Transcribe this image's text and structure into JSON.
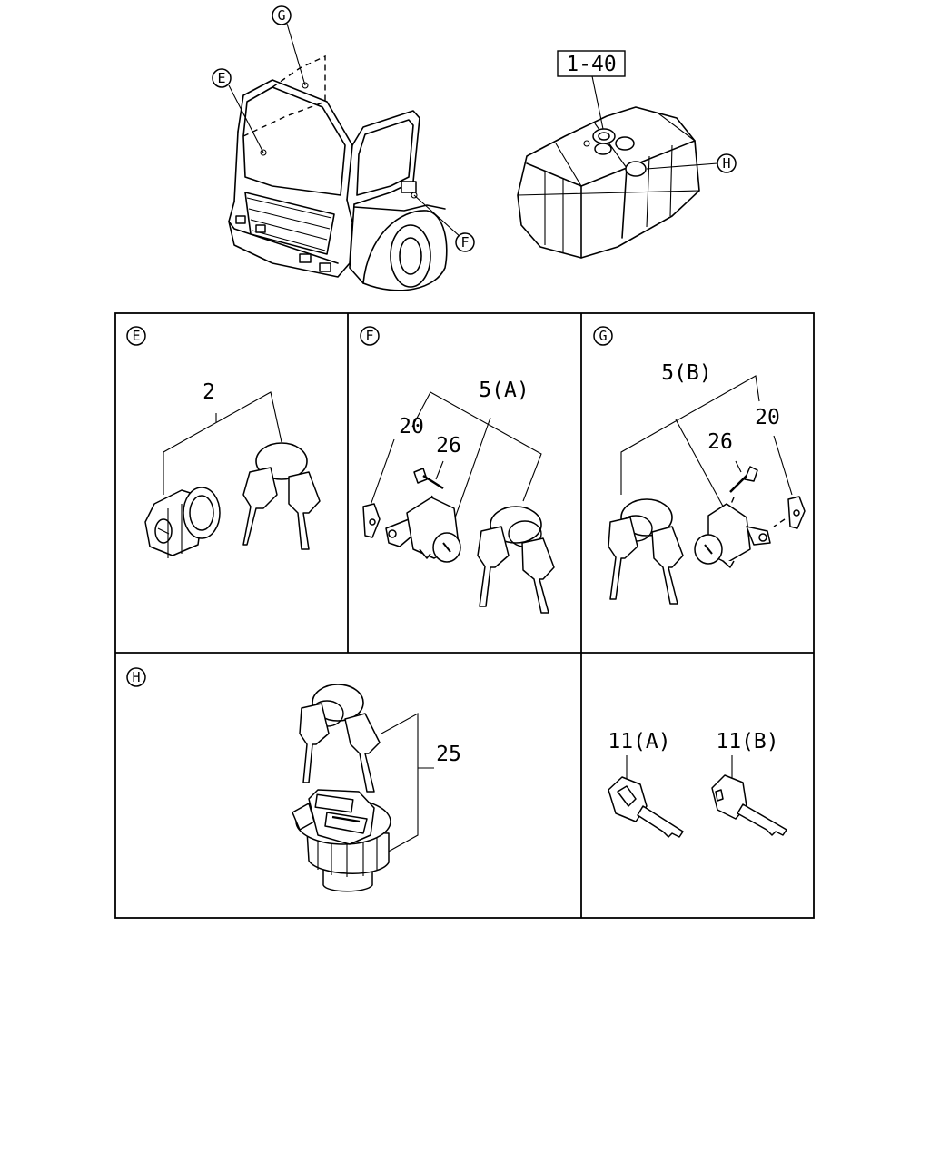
{
  "callouts": {
    "e": "E",
    "f": "F",
    "g": "G",
    "h": "H"
  },
  "reference": "1-40",
  "labels": {
    "part_2": "2",
    "part_5a": "5(A)",
    "part_20_f": "20",
    "part_26_f": "26",
    "part_5b": "5(B)",
    "part_26_g": "26",
    "part_20_g": "20",
    "part_25": "25",
    "part_11a": "11(A)",
    "part_11b": "11(B)"
  },
  "icons": [
    "truck-cab",
    "fuel-tank",
    "ignition-lock-cylinder",
    "door-lock-cylinder",
    "key",
    "key-ring",
    "fuel-cap",
    "screw",
    "clip"
  ]
}
